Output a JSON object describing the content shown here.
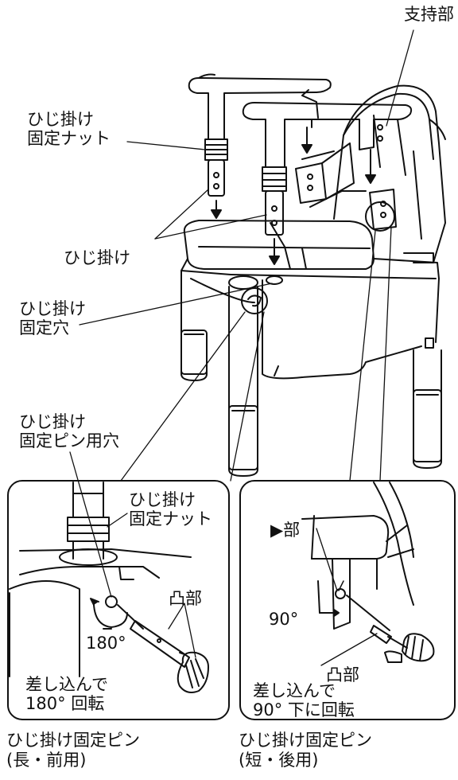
{
  "labels": {
    "support_part": "支持部",
    "armrest_fixing_nut": [
      "ひじ掛け",
      "固定ナット"
    ],
    "armrest": "ひじ掛け",
    "armrest_fixing_hole": [
      "ひじ掛け",
      "固定穴"
    ],
    "armrest_pin_hole": [
      "ひじ掛け",
      "固定ピン用穴"
    ]
  },
  "left_detail": {
    "nut_label": [
      "ひじ掛け",
      "固定ナット"
    ],
    "convex_label": "凸部",
    "angle": "180°",
    "instruction": [
      "差し込んで",
      "180° 回転"
    ],
    "caption": [
      "ひじ掛け固定ピン",
      "(長・前用)"
    ]
  },
  "right_detail": {
    "marker_label": "▶部",
    "angle": "90°",
    "convex_label": "凸部",
    "instruction": [
      "差し込んで",
      "90° 下に回転"
    ],
    "caption": [
      "ひじ掛け固定ピン",
      "(短・後用)"
    ]
  }
}
